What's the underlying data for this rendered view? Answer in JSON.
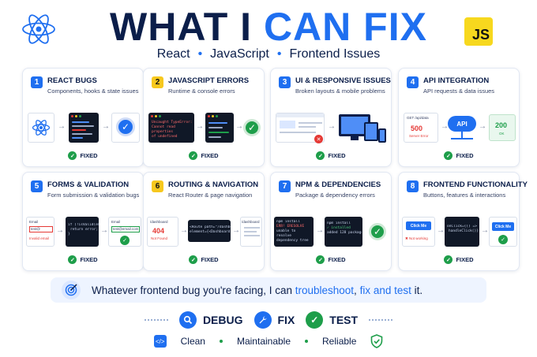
{
  "header": {
    "title_part1": "WHAT I ",
    "title_part2": "CAN FIX",
    "js_badge": "JS",
    "subtitle_items": [
      "React",
      "JavaScript",
      "Frontend Issues"
    ],
    "logo_icon": "react-logo-icon"
  },
  "fixed_label": "FIXED",
  "cards": [
    {
      "number": "1",
      "title": "REACT BUGS",
      "desc": "Components, hooks & state issues"
    },
    {
      "number": "2",
      "title": "JAVASCRIPT ERRORS",
      "desc": "Runtime & console errors",
      "error_text1": "Uncaught TypeError:",
      "error_text2": "Cannot read properties",
      "error_text3": "of undefined"
    },
    {
      "number": "3",
      "title": "UI & RESPONSIVE ISSUES",
      "desc": "Broken layouts & mobile problems"
    },
    {
      "number": "4",
      "title": "API INTEGRATION",
      "desc": "API requests & data issues",
      "get_label": "GET /api/data",
      "error_code": "500",
      "error_msg": "Server Error",
      "api_label": "API",
      "ok_code": "200",
      "ok_msg": "OK"
    },
    {
      "number": "5",
      "title": "FORMS & VALIDATION",
      "desc": "Form submission & validation bugs",
      "email_label": "Email",
      "email_value": "test@",
      "invalid_msg": "Invalid email",
      "code1": "if (!isValid(email)) {",
      "code2": "return error;",
      "code3": "}",
      "email_fixed": "test@email.com"
    },
    {
      "number": "6",
      "title": "ROUTING & NAVIGATION",
      "desc": "React Router & page navigation",
      "route_path": "/dashboard",
      "not_found_code": "404",
      "not_found_msg": "Not Found",
      "route_code1": "<Route path=\"/dashboard\"",
      "route_code2": "element={<Dashboard />} />",
      "route_ok": "/dashboard"
    },
    {
      "number": "7",
      "title": "NPM & DEPENDENCIES",
      "desc": "Package & dependency errors",
      "npm1": "npm install",
      "npm2": "ERR! ERESOLVE",
      "npm3": "unable to resolve",
      "npm4": "dependency tree",
      "npm5": "npm install",
      "npm6": "✓ installed",
      "npm7": "added 128 packages"
    },
    {
      "number": "8",
      "title": "FRONTEND FUNCTIONALITY",
      "desc": "Buttons, features & interactions",
      "btn_label": "Click Me",
      "not_working": "Not working",
      "fn1": "onClick={() =>",
      "fn2": "handleClick()}",
      "btn_label2": "Click Me"
    }
  ],
  "banner": {
    "text_prefix": "Whatever frontend bug you're facing, I can ",
    "hl1": "troubleshoot",
    "sep": ", ",
    "hl2": "fix and test",
    "text_suffix": " it."
  },
  "actions": [
    {
      "label": "DEBUG",
      "icon": "search-icon",
      "color": "#1f6ff0"
    },
    {
      "label": "FIX",
      "icon": "wrench-icon",
      "color": "#1f6ff0"
    },
    {
      "label": "TEST",
      "icon": "check-icon",
      "color": "#1e9e4a"
    }
  ],
  "qualities": [
    "Clean",
    "Maintainable",
    "Reliable"
  ],
  "colors": {
    "primary": "#1f6ff0",
    "navy": "#0b1e4a",
    "success": "#1e9e4a",
    "error": "#e53935",
    "js_yellow": "#f7d81e"
  }
}
